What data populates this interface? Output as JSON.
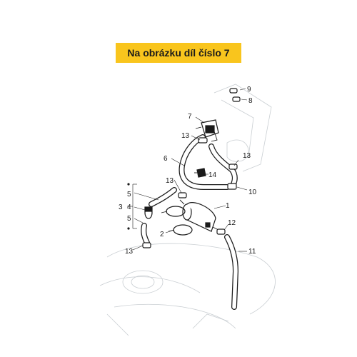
{
  "banner": {
    "text": "Na obrázku díl číslo 7"
  },
  "callouts": {
    "c1": "1",
    "c2": "2",
    "c3": "3",
    "c4": "4",
    "c5a": "5",
    "c5b": "5",
    "c6": "6",
    "c7": "7",
    "c8": "8",
    "c9": "9",
    "c10": "10",
    "c11": "11",
    "c12": "12",
    "c13a": "13",
    "c13b": "13",
    "c13c": "13",
    "c13d": "13",
    "c14": "14"
  },
  "colors": {
    "banner_bg": "#f9c51d",
    "ink": "#1a1a1a",
    "ghost": "#c9ced2"
  }
}
